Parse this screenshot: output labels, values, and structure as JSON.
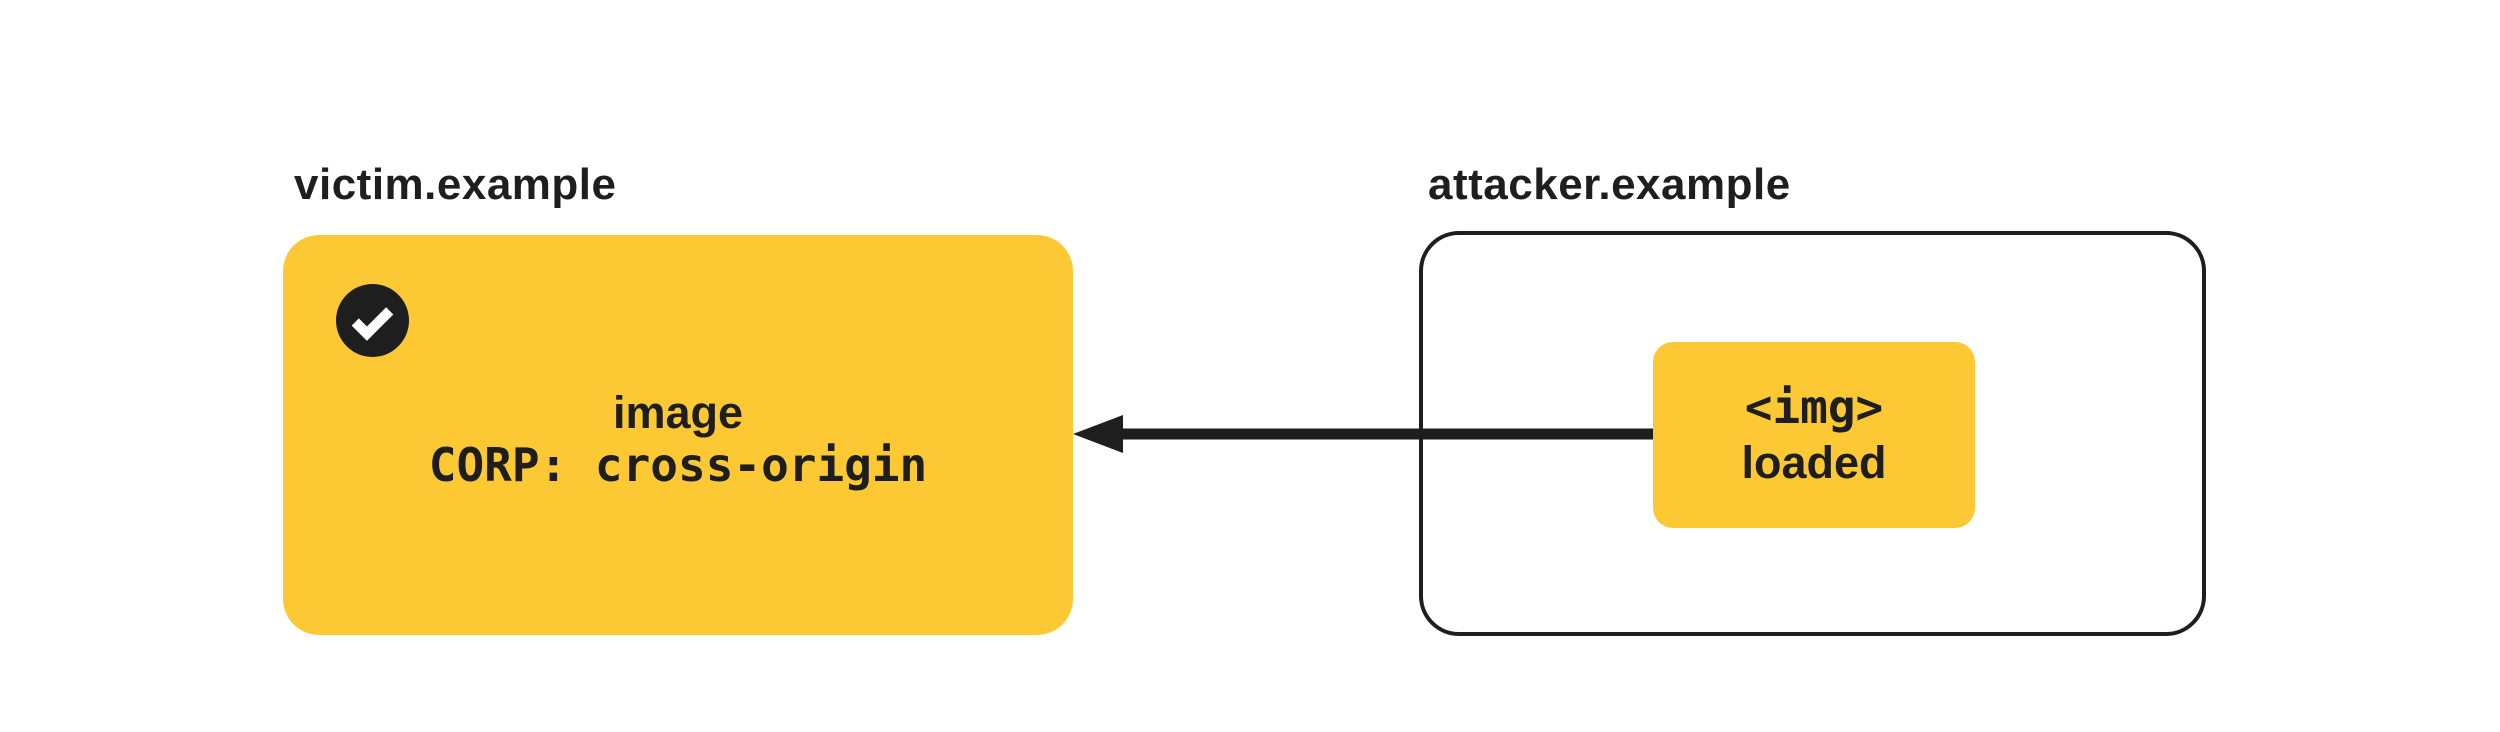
{
  "colors": {
    "yellow": "#FCC934",
    "ink": "#1E1E1E",
    "background": "#FFFFFF"
  },
  "victim": {
    "label": "victim.example",
    "status_icon": "check-icon",
    "resource": {
      "line1": "image",
      "line2": "CORP: cross-origin"
    }
  },
  "attacker": {
    "label": "attacker.example",
    "embed": {
      "line1": "<img>",
      "line2": "loaded"
    }
  },
  "arrow": {
    "direction": "attacker-to-victim"
  }
}
